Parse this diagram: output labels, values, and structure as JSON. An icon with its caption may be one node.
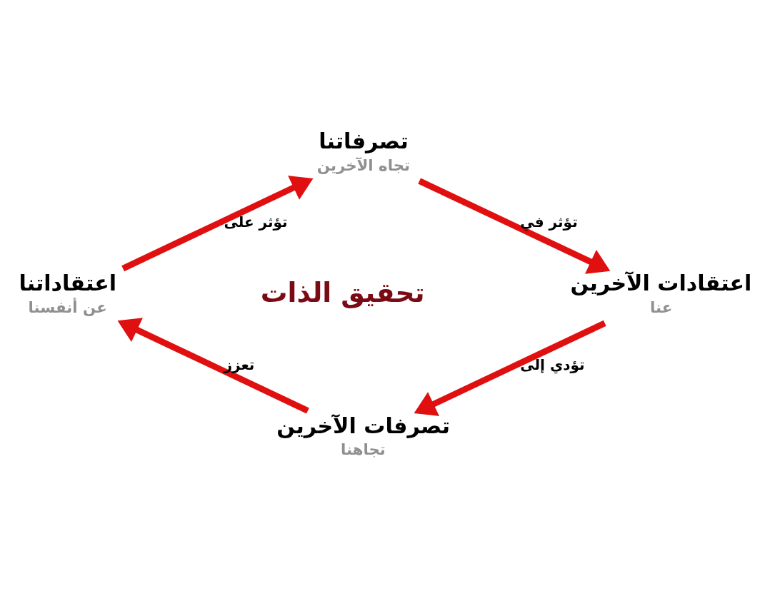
{
  "diagram": {
    "nodes": [
      {
        "text": [
          "تصرفاتنا",
          "تجاه الآخرين"
        ]
      },
      {
        "text": [
          "اعتقادات الآخرين",
          "عنا"
        ]
      },
      {
        "text": [
          "تصرفات الآخرين",
          "تجاهنا"
        ]
      },
      {
        "text": [
          "اعتقاداتنا",
          "عن أنفسنا"
        ]
      }
    ],
    "edges": [
      {
        "from": 0,
        "to": 1,
        "arrow": "to",
        "label": "تؤثر في"
      },
      {
        "from": 1,
        "to": 2,
        "arrow": "to",
        "label": "تؤدي إلى"
      },
      {
        "from": 2,
        "to": 3,
        "arrow": "to",
        "label": "تعزز"
      },
      {
        "from": 3,
        "to": 0,
        "arrow": "to",
        "label": "تؤثر على"
      }
    ],
    "labels": [
      "تحقيق الذات"
    ]
  }
}
